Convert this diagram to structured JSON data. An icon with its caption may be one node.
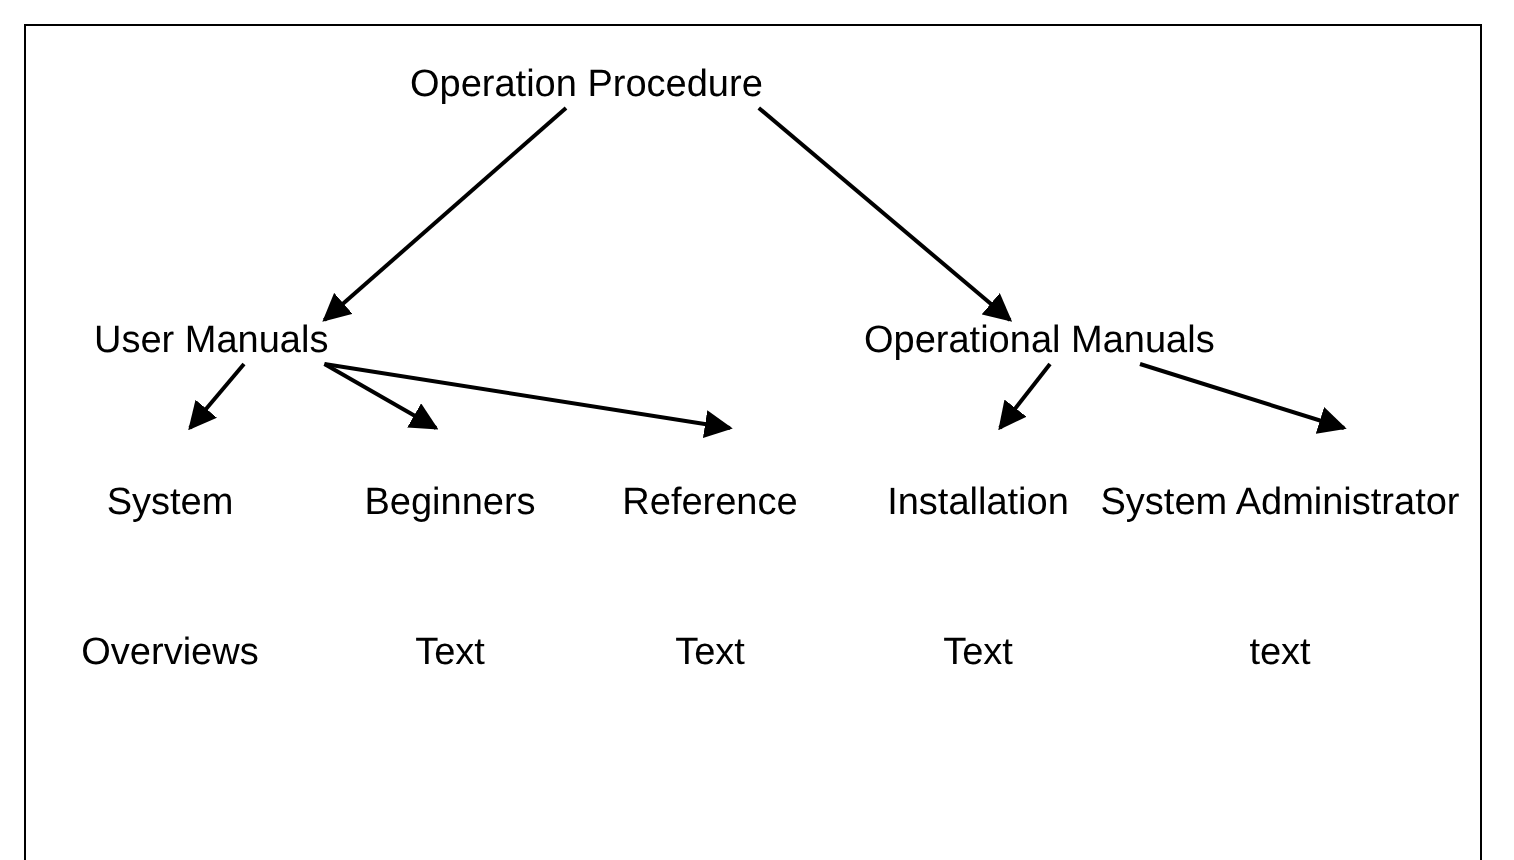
{
  "diagram": {
    "nodes": [
      {
        "text": [
          "Operation Procedure"
        ]
      },
      {
        "text": [
          "User Manuals"
        ]
      },
      {
        "text": [
          "Operational Manuals"
        ]
      },
      {
        "text": [
          "System Overviews"
        ]
      },
      {
        "text": [
          "Beginners Text"
        ]
      },
      {
        "text": [
          "Reference Text"
        ]
      },
      {
        "text": [
          "Installation Text"
        ]
      },
      {
        "text": [
          "System Administrator text"
        ]
      }
    ],
    "edges": [
      {
        "from": 0,
        "to": 1,
        "arrow": "to"
      },
      {
        "from": 0,
        "to": 2,
        "arrow": "to"
      },
      {
        "from": 1,
        "to": 3,
        "arrow": "to"
      },
      {
        "from": 1,
        "to": 4,
        "arrow": "to"
      },
      {
        "from": 1,
        "to": 5,
        "arrow": "to"
      },
      {
        "from": 2,
        "to": 6,
        "arrow": "to"
      },
      {
        "from": 2,
        "to": 7,
        "arrow": "to"
      }
    ]
  }
}
